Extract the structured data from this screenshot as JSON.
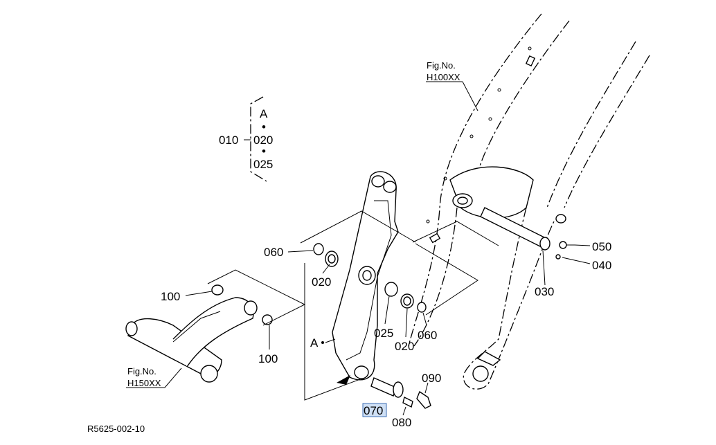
{
  "figure": {
    "code": "R5625-002-10",
    "fig_refs": [
      {
        "title": "Fig.No.",
        "ref": "H100XX"
      },
      {
        "title": "Fig.No.",
        "ref": "H150XX"
      }
    ],
    "bracket": {
      "label": "010",
      "items": [
        "A",
        "020",
        "025"
      ],
      "separator": "•"
    },
    "callouts": {
      "a_mark": "A",
      "p060_left": "060",
      "p020_upper": "020",
      "p100_upper": "100",
      "p100_lower": "100",
      "p025": "025",
      "p020_lower": "020",
      "p060_right": "060",
      "p070": "070",
      "p080": "080",
      "p090": "090",
      "p050": "050",
      "p040": "040",
      "p030": "030"
    },
    "selected_part": "070",
    "colors": {
      "highlight_fill": "#cfe0f5",
      "highlight_stroke": "#3b6db3",
      "line": "#000000"
    }
  }
}
